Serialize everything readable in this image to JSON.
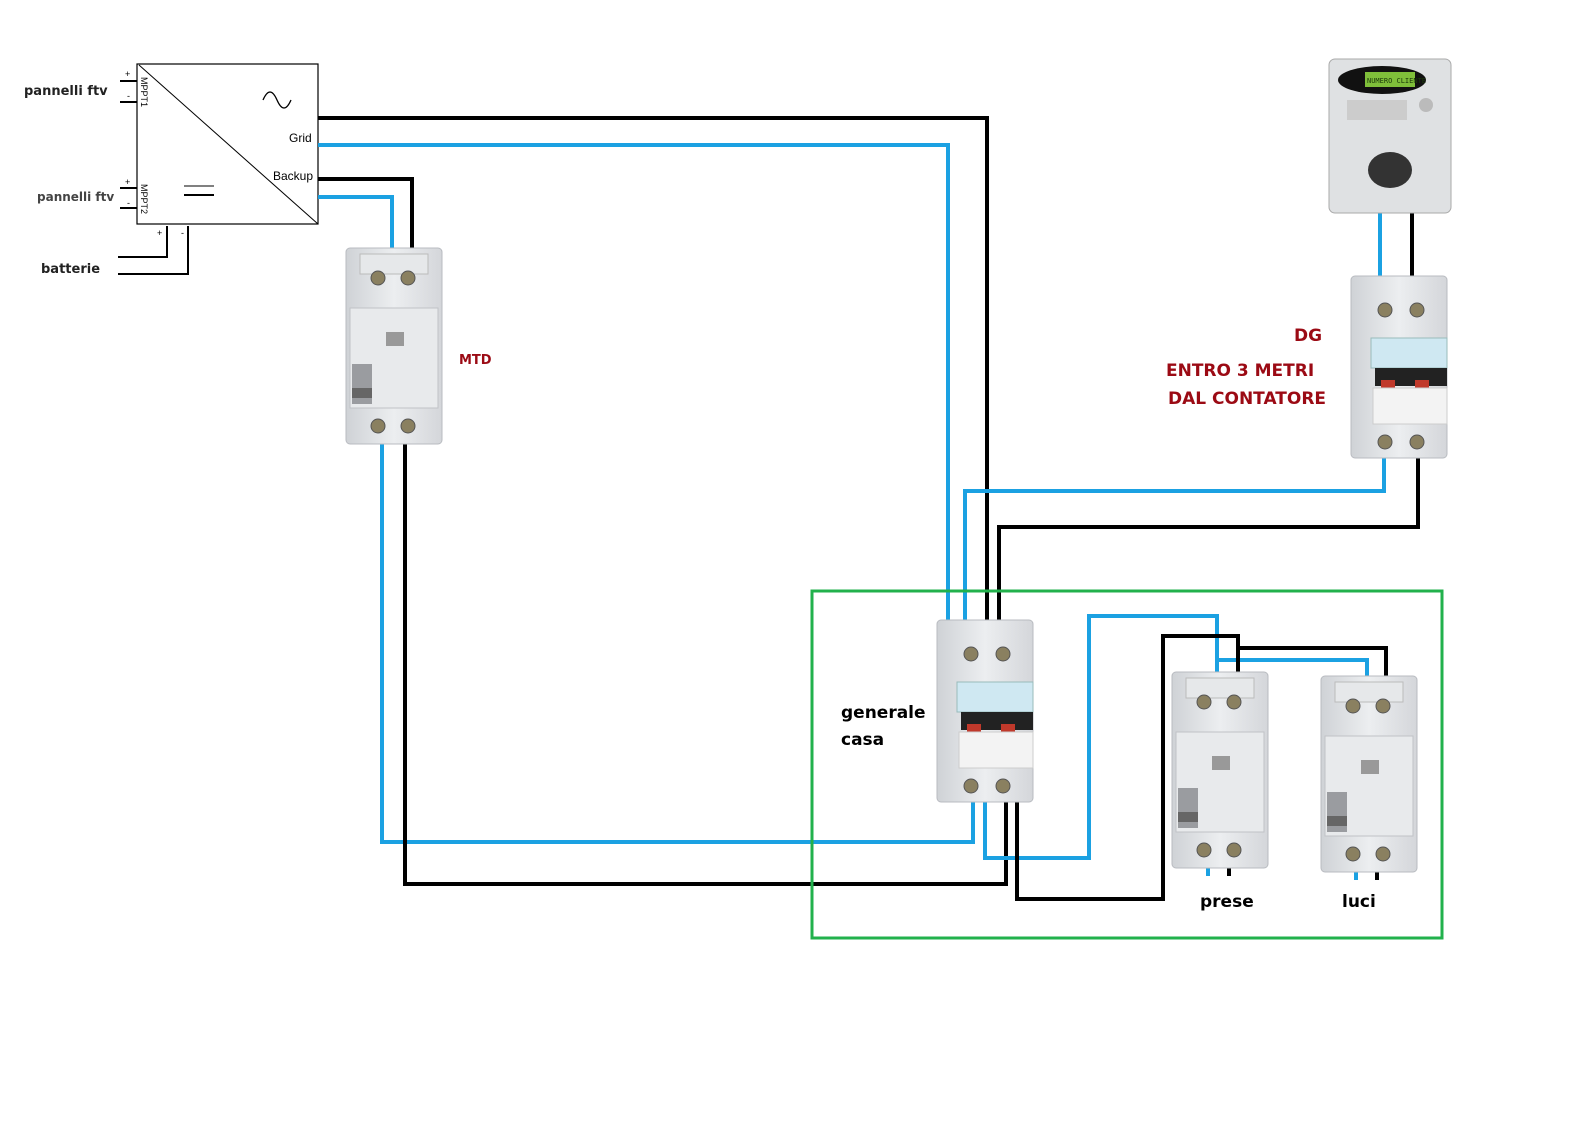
{
  "inverter": {
    "mppt1": "MPPT1",
    "mppt2": "MPPT2",
    "grid": "Grid",
    "backup": "Backup",
    "plus": "+",
    "minus": "-"
  },
  "labels": {
    "pv1": "pannelli ftv",
    "pv2": "pannelli ftv",
    "battery": "batterie",
    "mtd": "MTD",
    "dg": "DG",
    "dg_note_1": "ENTRO 3 METRI",
    "dg_note_2": "DAL CONTATORE",
    "main_1": "generale",
    "main_2": "casa",
    "sockets": "prese",
    "lights": "luci"
  },
  "meter": {
    "display": "NUMERO CLIENTE"
  },
  "colors": {
    "phase_wire": "#1ba1e2",
    "neutral_wire": "#000000",
    "house_box": "#22b14c",
    "label_red": "#9b0a14"
  }
}
